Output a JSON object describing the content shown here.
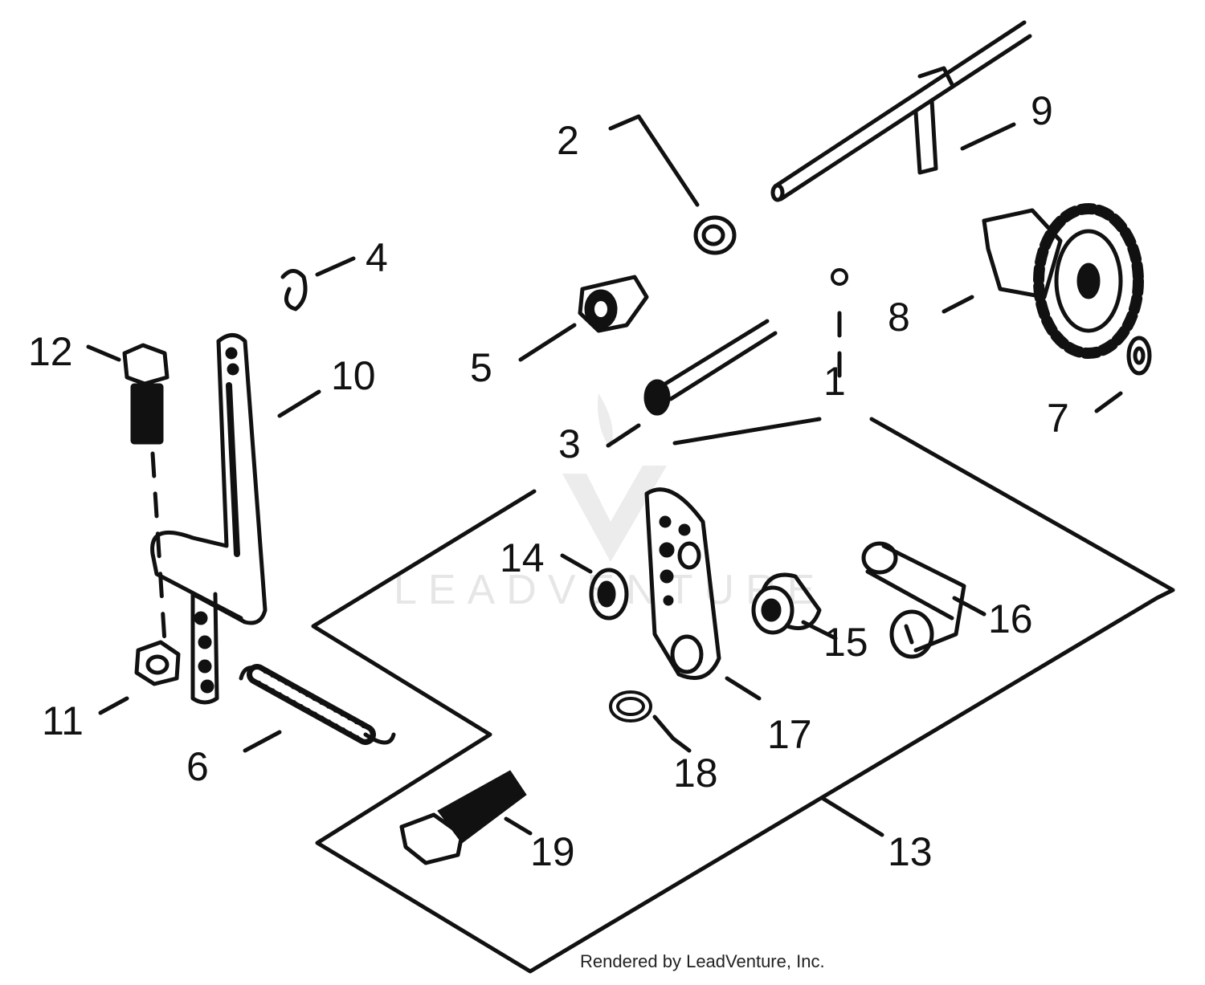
{
  "diagram": {
    "callouts": [
      "1",
      "2",
      "3",
      "4",
      "5",
      "6",
      "7",
      "8",
      "9",
      "10",
      "11",
      "12",
      "13",
      "14",
      "15",
      "16",
      "17",
      "18",
      "19"
    ],
    "watermark": "LEADVENTURE",
    "credit": "Rendered by LeadVenture, Inc."
  },
  "colors": {
    "ink": "#111111",
    "watermark": "#e6e6e6",
    "background": "#ffffff"
  }
}
